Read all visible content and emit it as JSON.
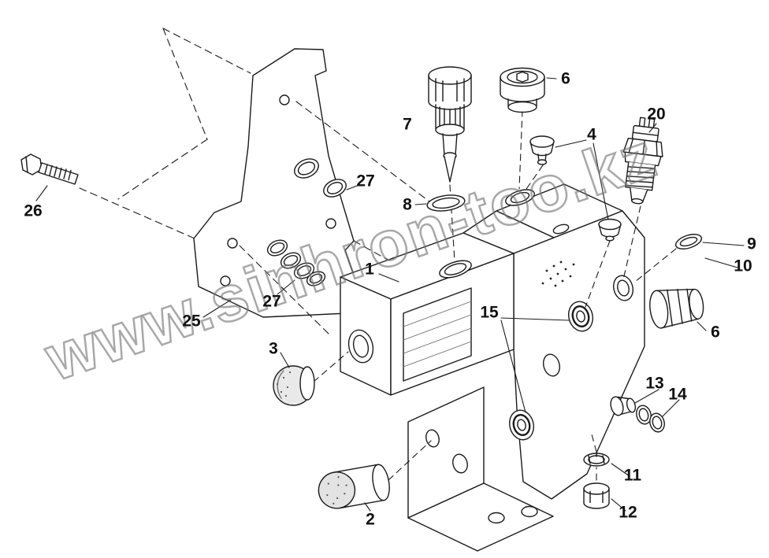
{
  "watermark": "www.sinhron-too.kz",
  "callouts": [
    {
      "id": "26",
      "label": "26"
    },
    {
      "id": "27-top",
      "label": "27"
    },
    {
      "id": "7",
      "label": "7"
    },
    {
      "id": "8",
      "label": "8"
    },
    {
      "id": "6-top",
      "label": "6"
    },
    {
      "id": "4",
      "label": "4"
    },
    {
      "id": "20",
      "label": "20"
    },
    {
      "id": "9",
      "label": "9"
    },
    {
      "id": "10",
      "label": "10"
    },
    {
      "id": "6-right",
      "label": "6"
    },
    {
      "id": "1",
      "label": "1"
    },
    {
      "id": "27-lower",
      "label": "27"
    },
    {
      "id": "25",
      "label": "25"
    },
    {
      "id": "15",
      "label": "15"
    },
    {
      "id": "3",
      "label": "3"
    },
    {
      "id": "13",
      "label": "13"
    },
    {
      "id": "14",
      "label": "14"
    },
    {
      "id": "11",
      "label": "11"
    },
    {
      "id": "12",
      "label": "12"
    },
    {
      "id": "2",
      "label": "2"
    }
  ]
}
